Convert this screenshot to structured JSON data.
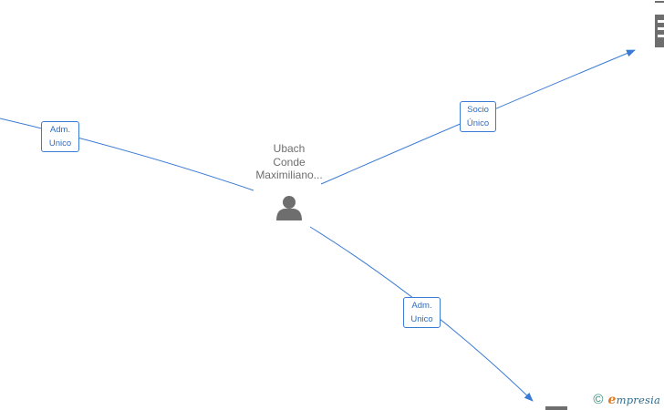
{
  "center_node": {
    "name_lines": [
      "Ubach",
      "Conde",
      "Maximiliano..."
    ],
    "icon": "person-icon"
  },
  "edges": [
    {
      "id": "left",
      "label_lines": [
        "Adm.",
        "Unico"
      ]
    },
    {
      "id": "top-right",
      "label_lines": [
        "Socio",
        "Único"
      ]
    },
    {
      "id": "bottom-right",
      "label_lines": [
        "Adm.",
        "Unico"
      ]
    }
  ],
  "partial_nodes": {
    "top_right": "building-icon",
    "bottom_right": "building-icon"
  },
  "watermark": {
    "copyright": "©",
    "brand_initial": "e",
    "brand_rest": "mpresia"
  },
  "colors": {
    "edge": "#3a7bd5",
    "label_text": "#2b6cc4",
    "node_icon": "#6e6e6e",
    "name_text": "#6e6e6e"
  }
}
